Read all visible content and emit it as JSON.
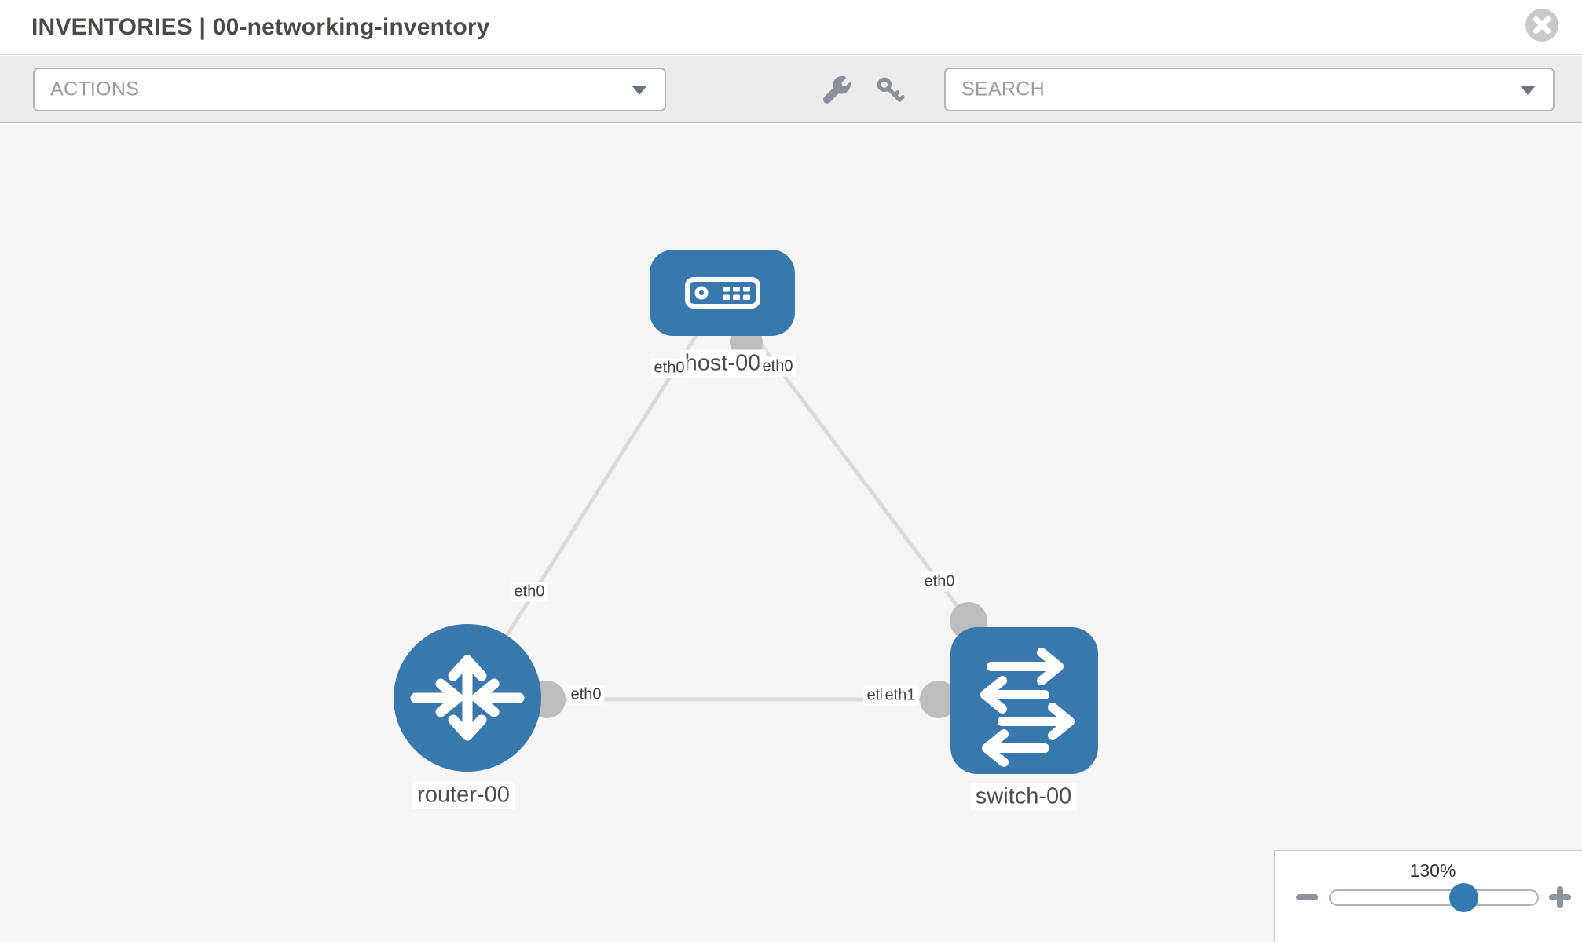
{
  "header": {
    "title": "INVENTORIES | 00-networking-inventory"
  },
  "toolbar": {
    "actions_label": "ACTIONS",
    "search_label": "SEARCH"
  },
  "diagram": {
    "nodes": [
      {
        "id": "host-00",
        "label": "host-00",
        "type": "host"
      },
      {
        "id": "router-00",
        "label": "router-00",
        "type": "router"
      },
      {
        "id": "switch-00",
        "label": "switch-00",
        "type": "switch"
      }
    ],
    "links": [
      {
        "from": "host-00",
        "to": "router-00"
      },
      {
        "from": "host-00",
        "to": "switch-00"
      },
      {
        "from": "router-00",
        "to": "switch-00"
      }
    ],
    "interfaces": [
      {
        "text": "eth0"
      },
      {
        "text": "eth0"
      },
      {
        "text": "eth0"
      },
      {
        "text": "eth0"
      },
      {
        "text": "eth0"
      },
      {
        "text": "eth0"
      },
      {
        "text": "eth1"
      }
    ]
  },
  "zoom_control": {
    "level": "130%"
  },
  "colors": {
    "node_blue": "#3878ad",
    "link_gray": "#dadada",
    "connector_gray": "#bdbdbd",
    "slider_handle_blue": "#337ab0",
    "toolbar_icon_gray": "#8b919c"
  }
}
